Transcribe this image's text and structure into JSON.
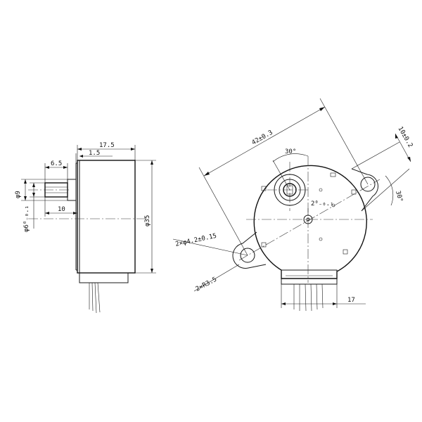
{
  "drawing": {
    "side_view": {
      "overall_length": "17.5",
      "flange_thickness": "1.5",
      "shaft_length": "6.5",
      "shaft_flat_dia": "φ9",
      "shaft_dia": "φ6⁰₋₀.₁",
      "shaft_protrusion": "10",
      "body_dia": "φ35"
    },
    "front_view": {
      "mounting_center_distance": "42±0.3",
      "angle_top": "30°",
      "ear_width": "10±0.2",
      "angle_right": "30°",
      "hole_spec": "2×φ4.2±0.15",
      "ear_radius": "2×R3.5",
      "small_hole": "2⁰₋₀.₁",
      "lead_width": "17"
    }
  }
}
